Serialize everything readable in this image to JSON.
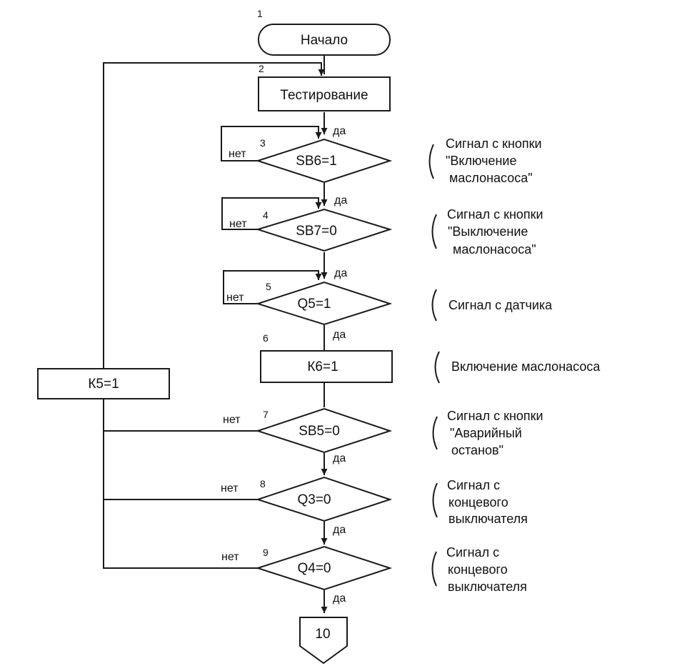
{
  "blocks": {
    "start": {
      "num": "1",
      "text": "Начало"
    },
    "testing": {
      "num": "2",
      "text": "Тестирование"
    },
    "sb6": {
      "num": "3",
      "text": "SB6=1"
    },
    "sb7": {
      "num": "4",
      "text": "SB7=0"
    },
    "q5": {
      "num": "5",
      "text": "Q5=1"
    },
    "k6": {
      "num": "6",
      "text": "К6=1"
    },
    "sb5": {
      "num": "7",
      "text": "SB5=0"
    },
    "q3": {
      "num": "8",
      "text": "Q3=0"
    },
    "q4": {
      "num": "9",
      "text": "Q4=0"
    },
    "k5": {
      "text": "К5=1"
    },
    "end": {
      "text": "10"
    }
  },
  "labels": {
    "yes": "да",
    "no": "нет"
  },
  "annotations": {
    "sb6": [
      "Сигнал с кнопки",
      "\"Включение",
      "маслонасоса\""
    ],
    "sb7": [
      "Сигнал с кнопки",
      "\"Выключение",
      "маслонасоса\""
    ],
    "q5": [
      "Сигнал с датчика"
    ],
    "k6": [
      "Включение маслонасоса"
    ],
    "sb5": [
      "Сигнал с кнопки",
      "\"Аварийный",
      "останов\""
    ],
    "q3": [
      "Сигнал с",
      "концевого",
      "выключателя"
    ],
    "q4": [
      "Сигнал с",
      "концевого",
      "выключателя"
    ]
  }
}
